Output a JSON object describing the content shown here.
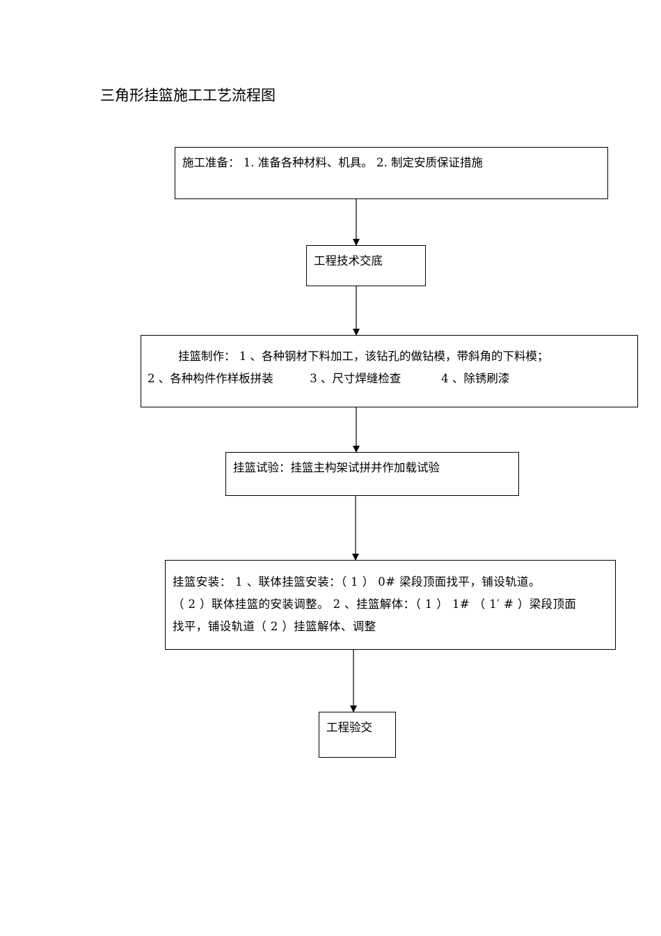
{
  "title": "三角形挂篮施工工艺流程图",
  "steps": [
    {
      "lines": [
        "施工准备： 1. 准备各种材料、机具。 2. 制定安质保证措施"
      ]
    },
    {
      "lines": [
        "工程技术交底"
      ]
    },
    {
      "lines": [
        "挂篮制作： 1 、各种钢材下料加工，该钻孔的做钻模，带斜角的下料模；",
        "2 、各种构件作样板拼装          3 、尺寸焊缝检查           4 、除锈刷漆"
      ]
    },
    {
      "lines": [
        "挂篮试验：挂篮主构架试拼并作加载试验"
      ]
    },
    {
      "lines": [
        "挂篮安装： 1 、联体挂篮安装：（ 1 ） 0# 梁段顶面找平，铺设轨道。",
        "（ 2 ）联体挂篮的安装调整。 2 、挂篮解体：（ 1 ） 1# （ 1′ # ）梁段顶面",
        "找平，铺设轨道（ 2 ）挂篮解体、调整"
      ]
    },
    {
      "lines": [
        "工程验交"
      ]
    }
  ]
}
